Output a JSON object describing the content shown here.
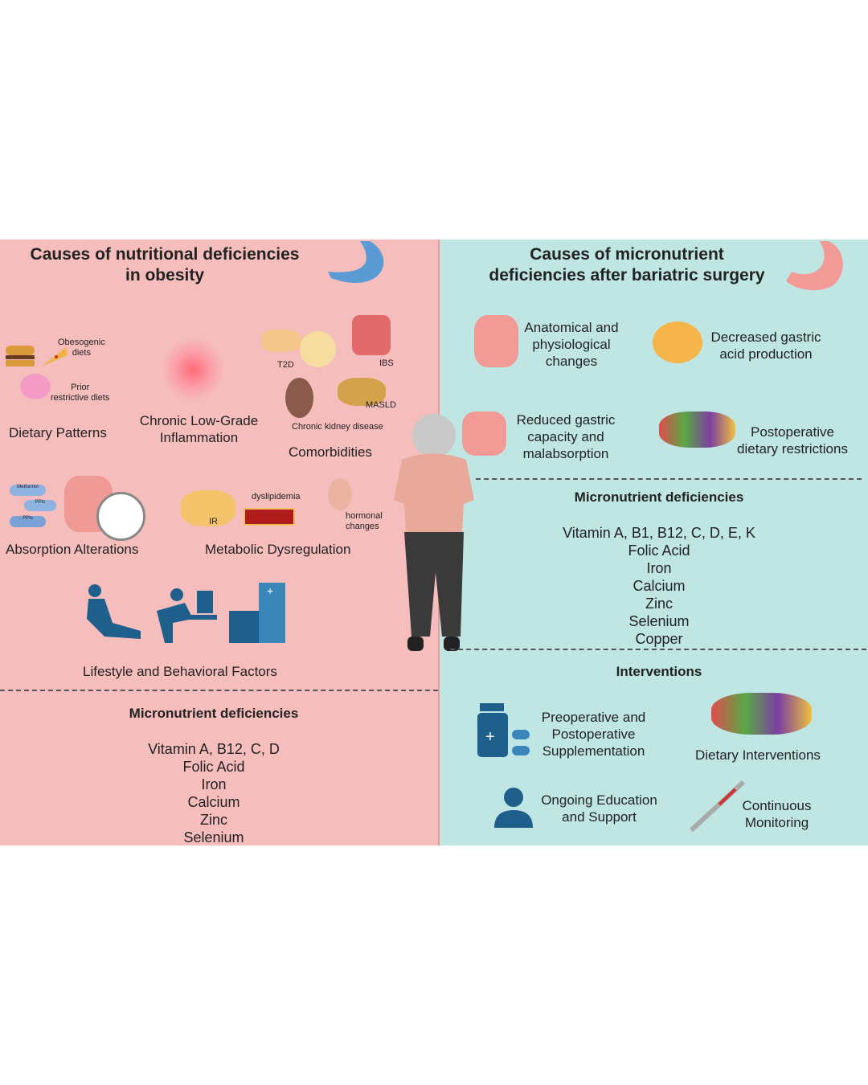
{
  "left": {
    "title_lines": [
      "Causes of nutritional deficiencies",
      "in obesity"
    ],
    "dietary": {
      "label": "Dietary Patterns",
      "sub1": [
        "Obesogenic",
        "diets"
      ],
      "sub2": [
        "Prior",
        "restrictive diets"
      ]
    },
    "inflammation": {
      "label": [
        "Chronic Low-Grade",
        "Inflammation"
      ]
    },
    "comorbidities": {
      "label": "Comorbidities",
      "t2d": "T2D",
      "ibs": "IBS",
      "masld": "MASLD",
      "ckd": "Chronic kidney disease"
    },
    "absorption": {
      "label": "Absorption Alterations",
      "pills": [
        "Metformin",
        "PPIs",
        "PPIs"
      ]
    },
    "metabolic": {
      "label": "Metabolic Dysregulation",
      "ir": "IR",
      "dys": "dyslipidemia",
      "hormonal": [
        "hormonal",
        "changes"
      ]
    },
    "lifestyle": {
      "label": "Lifestyle and Behavioral Factors"
    },
    "micro": {
      "title": "Micronutrient deficiencies",
      "items": [
        "Vitamin A, B12, C, D",
        "Folic Acid",
        "Iron",
        "Calcium",
        "Zinc",
        "Selenium"
      ]
    }
  },
  "right": {
    "title_lines": [
      "Causes of micronutrient",
      "deficiencies after bariatric surgery"
    ],
    "causes": [
      [
        "Anatomical and",
        "physiological",
        "changes"
      ],
      [
        "Decreased gastric",
        "acid production"
      ],
      [
        "Reduced gastric",
        "capacity and",
        "malabsorption"
      ],
      [
        "Postoperative",
        "dietary restrictions"
      ]
    ],
    "micro": {
      "title": "Micronutrient deficiencies",
      "items": [
        "Vitamin A, B1, B12, C, D, E, K",
        "Folic Acid",
        "Iron",
        "Calcium",
        "Zinc",
        "Selenium",
        "Copper"
      ]
    },
    "interventions": {
      "title": "Interventions",
      "items": [
        [
          "Preoperative and",
          "Postoperative",
          "Supplementation"
        ],
        [
          "Dietary Interventions"
        ],
        [
          "Ongoing Education",
          "and Support"
        ],
        [
          "Continuous",
          "Monitoring"
        ]
      ]
    }
  },
  "colors": {
    "left_bg": "#f6bdbd",
    "right_bg": "#bfe6e3",
    "icon_blue": "#1f5f8b"
  }
}
